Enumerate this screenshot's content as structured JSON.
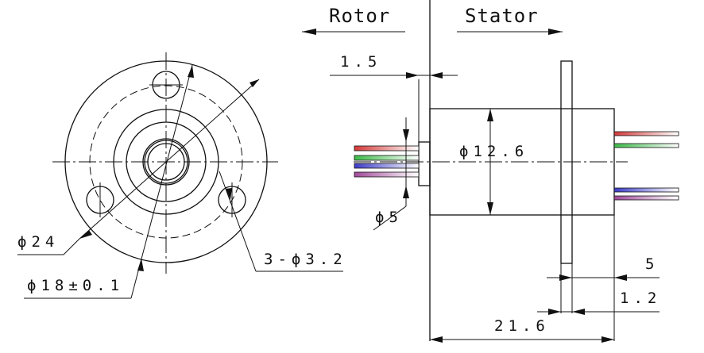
{
  "labels": {
    "rotor": "Rotor",
    "stator": "Stator",
    "dim_1_5": "1.5",
    "dim_d12_6": "ϕ12.6",
    "dim_d5": "ϕ5",
    "dim_d24": "ϕ24",
    "dim_d18": "ϕ18±0.1",
    "dim_holes": "3-ϕ3.2",
    "dim_5": "5",
    "dim_1_2": "1.2",
    "dim_21_6": "21.6"
  },
  "wire_colors": {
    "red": "#d43a3a",
    "green": "#3dbb4a",
    "blue": "#3c3cc8",
    "purple": "#a04a9a"
  }
}
